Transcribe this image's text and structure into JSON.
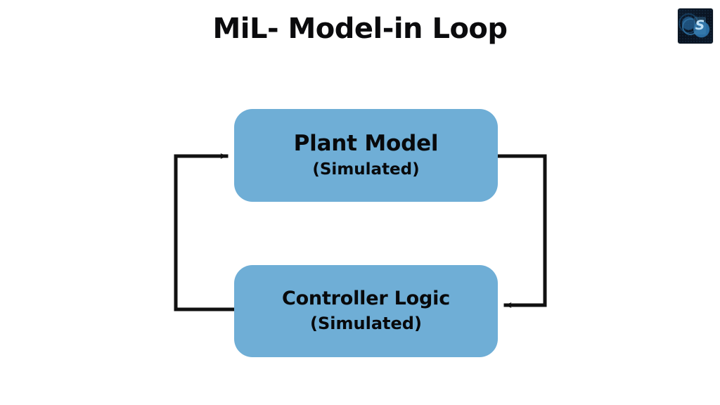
{
  "page": {
    "title": "MiL- Model-in Loop",
    "background_color": "#ffffff"
  },
  "logo": {
    "name": "company-logo",
    "glyph": "S",
    "background_color": "#0d1c2e",
    "accent_color": "#2a6ea3"
  },
  "diagram": {
    "type": "closed-loop-block-diagram",
    "node_fill_color": "#6FAED6",
    "connector_color": "#111111",
    "nodes": [
      {
        "id": "plant-model",
        "title": "Plant Model",
        "subtitle": "(Simulated)"
      },
      {
        "id": "controller-logic",
        "title": "Controller Logic",
        "subtitle": "(Simulated)"
      }
    ],
    "connections": [
      {
        "id": "plant-to-controller",
        "from": "plant-model",
        "to": "controller-logic",
        "direction": "right-down-left",
        "arrowhead": "at-controller-right"
      },
      {
        "id": "controller-to-plant",
        "from": "controller-logic",
        "to": "plant-model",
        "direction": "left-up-right",
        "arrowhead": "at-plant-left"
      }
    ]
  }
}
